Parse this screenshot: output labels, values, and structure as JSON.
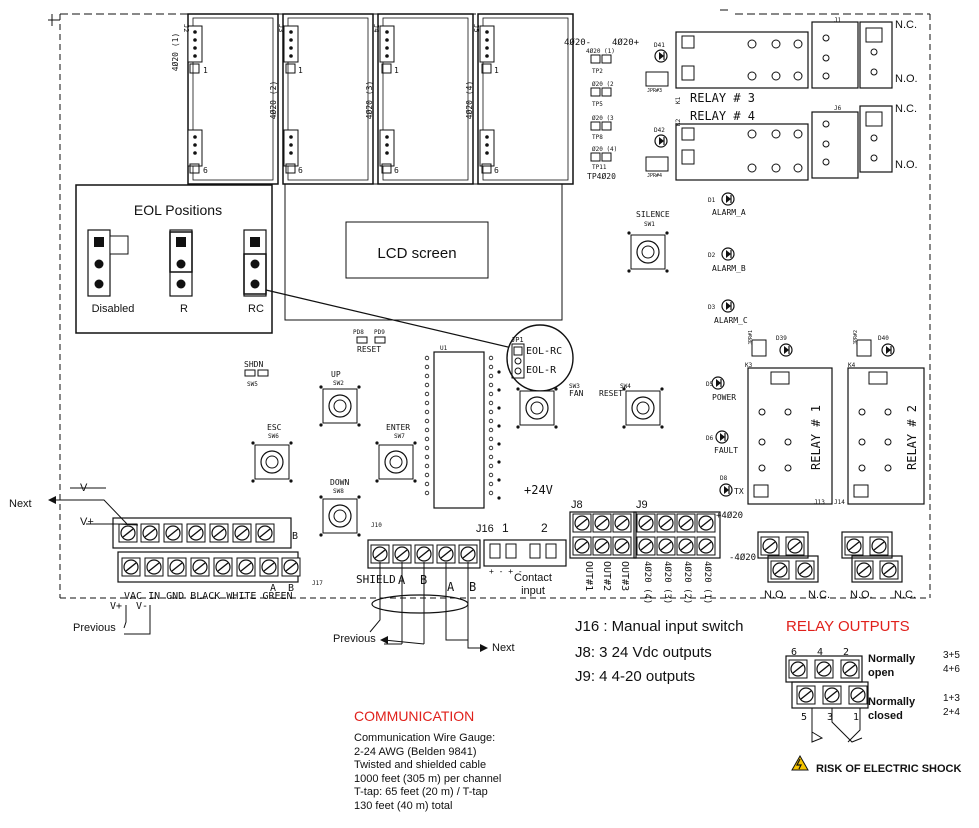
{
  "board": {
    "j2": "J2",
    "j3": "J3",
    "j4": "J4",
    "j5": "J5",
    "ch1": "4Ø20 (1)",
    "ch2": "4Ø20 (2)",
    "ch3": "4Ø20 (3)",
    "ch4": "4Ø20 (4)",
    "pin1": "1",
    "pin6": "6",
    "tp_top_left": "4Ø20-",
    "tp_top_right": "4Ø20+",
    "tp_rows": [
      {
        "num": "4Ø20 (1)",
        "tp": "TP2",
        "jpr": "JPR#3"
      },
      {
        "num": "Ø20 (2",
        "tp": "TP5",
        "jpr": ""
      },
      {
        "num": "Ø20 (3",
        "tp": "TP8",
        "jpr": "JPR#4"
      },
      {
        "num": "Ø20 (4)",
        "tp": "TP11",
        "jpr": ""
      }
    ],
    "tp4020": "TP4Ø20",
    "d41": "D41",
    "d42": "D42",
    "relay3": "RELAY # 3",
    "relay4": "RELAY # 4",
    "k1": "K1",
    "k2": "K2",
    "j1": "J1",
    "j6": "J6",
    "nc": "N.C.",
    "no": "N.O.",
    "silence": "SILENCE",
    "sw1": "SW1",
    "alarm_a": "ALARM_A",
    "alarm_b": "ALARM_B",
    "alarm_c": "ALARM_C",
    "d1": "D1",
    "d2": "D2",
    "d3": "D3",
    "lcd": "LCD screen",
    "eol_title": "EOL Positions",
    "eol_disabled": "Disabled",
    "eol_r": "R",
    "eol_rc": "RC",
    "pd8": "PD8",
    "pd9": "PD9",
    "reset": "RESET",
    "u1": "U1",
    "jp1": "JP1",
    "eol_rc_pin": "EOL-RC",
    "eol_r_pin": "EOL-R",
    "shdn": "SHDN",
    "sw5": "SW5",
    "up": "UP",
    "sw2": "SW2",
    "esc": "ESC",
    "sw6": "SW6",
    "enter": "ENTER",
    "sw7": "SW7",
    "down": "DOWN",
    "sw8": "SW8",
    "sw3": "SW3",
    "fan": "FAN",
    "sw4": "SW4",
    "reset_btn": "RESET",
    "power": "POWER",
    "fault": "FAULT",
    "tx": "TX",
    "d5": "D5",
    "d6": "D6",
    "d8": "D8",
    "jpr1": "JPR#1",
    "jpr2": "JPR#2",
    "d39": "D39",
    "d40": "D40",
    "k3": "K3",
    "k4": "K4",
    "relay1": "RELAY # 1",
    "relay2": "RELAY # 2",
    "j13": "J13",
    "j14": "J14",
    "plus24v": "+24V",
    "j8": "J8",
    "j9": "J9",
    "j10": "J10",
    "j16": "J16",
    "j17": "J17",
    "plus4020": "+4Ø20",
    "minus4020": "-4Ø20",
    "j16_1": "1",
    "j16_2": "2",
    "j16_signs": "+   -   +   -",
    "contact_input": "Contact\ninput",
    "outs": [
      "OUT#1",
      "OUT#2",
      "OUT#3"
    ],
    "outs4020": [
      "4Ø20 (4)",
      "4Ø20 (3)",
      "4Ø20 (2)",
      "4Ø20 (1)"
    ],
    "bottom_no": "N.O.",
    "bottom_nc": "N.C.",
    "shield": "SHIELD",
    "a": "A",
    "b": "B",
    "j17_labels": "VAC  IN  GND  BLACK WHITE GREEN",
    "j17_a": "A",
    "j17_b": "B",
    "vplus": "V+",
    "vminus": "V-"
  },
  "callouts": {
    "next_left": "Next",
    "vminus": "V-",
    "vplus": "V+",
    "previous_left": "Previous",
    "previous_mid": "Previous",
    "next_mid": "Next"
  },
  "legend": {
    "j16": "J16 : Manual input switch",
    "j8": "J8: 3  24 Vdc outputs",
    "j9": "J9: 4  4-20 outputs"
  },
  "communication": {
    "title": "COMMUNICATION",
    "lines": [
      "Communication Wire Gauge:",
      "2-24 AWG (Belden 9841)",
      "Twisted and shielded cable",
      "1000 feet (305 m) per channel",
      "T-tap: 65 feet (20 m) / T-tap",
      "130 feet (40 m) total"
    ]
  },
  "relay_outputs": {
    "title": "RELAY OUTPUTS",
    "top_pins": [
      "6",
      "4",
      "2"
    ],
    "bottom_pins": [
      "5",
      "3",
      "1"
    ],
    "normally_open": "Normally\nopen",
    "normally_closed": "Normally\nclosed",
    "open_pairs": [
      "3+5",
      "4+6"
    ],
    "closed_pairs": [
      "1+3",
      "2+4"
    ],
    "warning": "RISK OF ELECTRIC SHOCK"
  },
  "colors": {
    "accent_red": "#e0201b",
    "warning_yellow": "#f5c400"
  }
}
